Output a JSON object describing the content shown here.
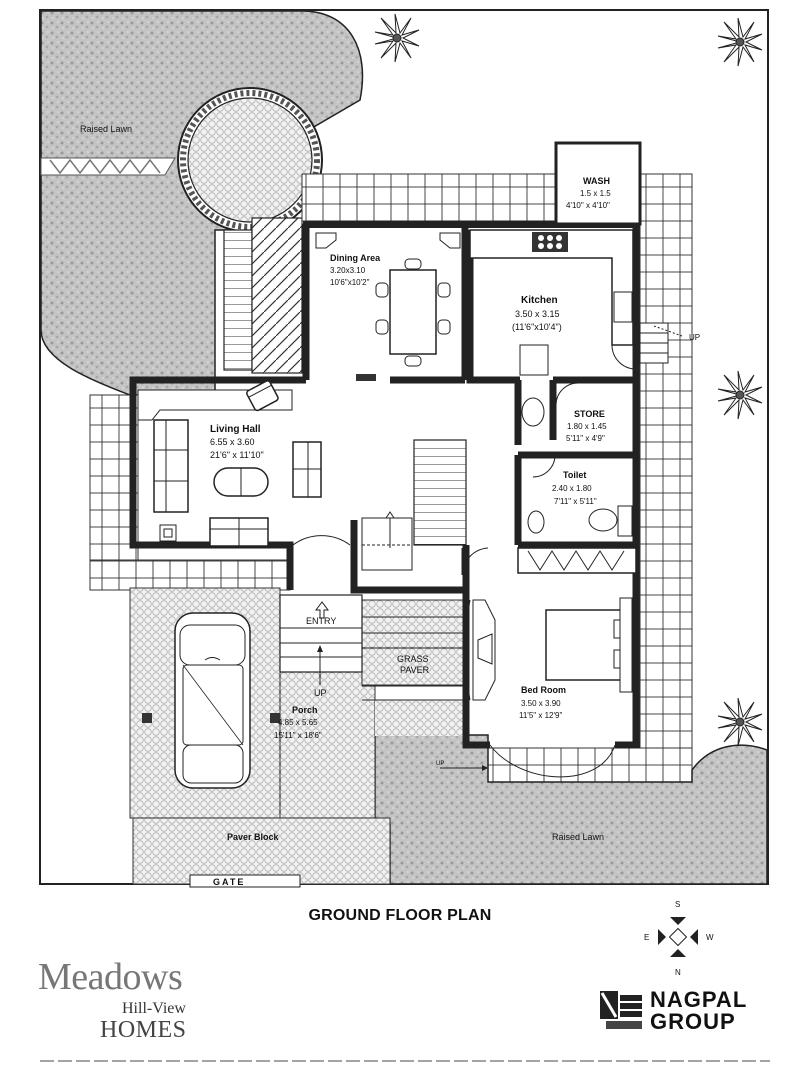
{
  "plan_title": "GROUND FLOOR PLAN",
  "rooms": {
    "raised_lawn_top": "Raised Lawn",
    "raised_lawn_bottom": "Raised Lawn",
    "wash": {
      "name": "WASH",
      "size_m": "1.5 x 1.5",
      "size_ft": "4'10\" x 4'10\""
    },
    "dining": {
      "name": "Dining Area",
      "size_m": "3.20x3.10",
      "size_ft": "10'6\"x10'2\""
    },
    "kitchen": {
      "name": "Kitchen",
      "size_m": "3.50 x 3.15",
      "size_ft": "(11'6\"x10'4\")"
    },
    "living": {
      "name": "Living Hall",
      "size_m": "6.55 x 3.60",
      "size_ft": "21'6\" x 11'10\""
    },
    "store": {
      "name": "STORE",
      "size_m": "1.80 x 1.45",
      "size_ft": "5'11\" x 4'9\""
    },
    "toilet": {
      "name": "Toilet",
      "size_m": "2.40 x 1.80",
      "size_ft": "7'11\" x 5'11\""
    },
    "bedroom": {
      "name": "Bed Room",
      "size_m": "3.50 x 3.90",
      "size_ft": "11'5\" x 12'9\""
    },
    "porch": {
      "name": "Porch",
      "size_m": "4.85 x 5.65",
      "size_ft": "15'11\" x 18'6\""
    }
  },
  "labels": {
    "entry": "ENTRY",
    "grass_paver_1": "GRASS",
    "grass_paver_2": "PAVER",
    "up_porch": "UP",
    "up_kitchen": "UP",
    "up_small": "UP",
    "paver_block": "Paver Block",
    "gate": "GATE"
  },
  "compass": {
    "n": "N",
    "s": "S",
    "e": "E",
    "w": "W"
  },
  "brand_left": {
    "line1": "Meadows",
    "line2": "Hill-View",
    "line3": "HOMES"
  },
  "brand_right": {
    "line1": "NAGPAL",
    "line2": "GROUP"
  },
  "colors": {
    "wall": "#222222",
    "lawn": "#b8b8b8",
    "paver": "#dcdcdc",
    "grid": "#333333"
  }
}
